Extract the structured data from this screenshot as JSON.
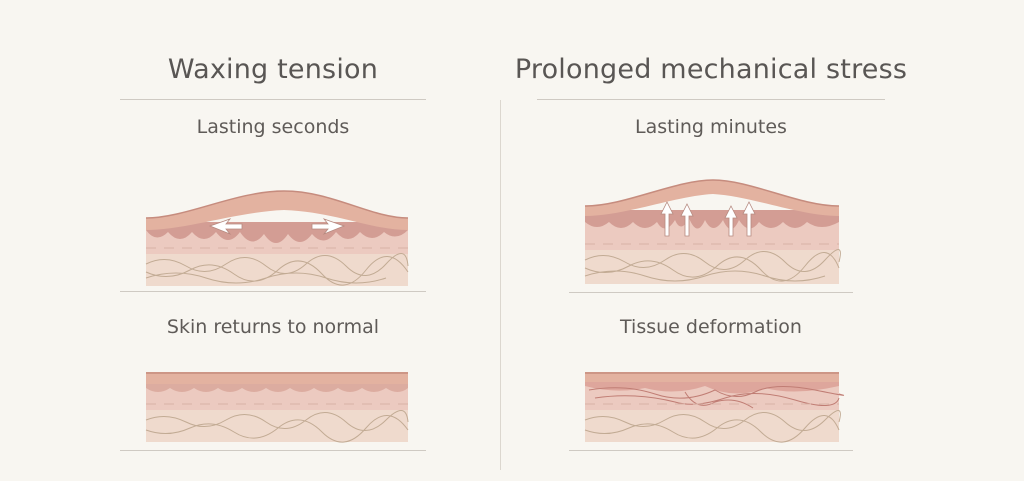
{
  "left": {
    "title": "Waxing tension",
    "top_caption": "Lasting seconds",
    "bottom_caption": "Skin returns to normal"
  },
  "right": {
    "title": "Prolonged mechanical stress",
    "top_caption": "Lasting minutes",
    "bottom_caption": "Tissue deformation"
  },
  "colors": {
    "background": "#f8f6f1",
    "epidermis": "#e3b2a0",
    "dermis_dark": "#d39d94",
    "dermis": "#eccac0",
    "subcutis": "#efdacd",
    "fibers": "#c2ab94",
    "arrow": "#ffffff"
  }
}
